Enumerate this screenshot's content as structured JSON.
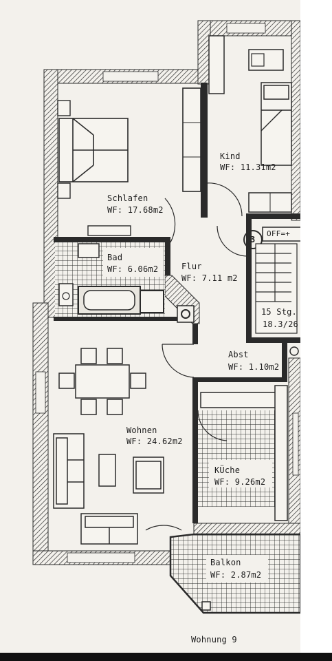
{
  "rooms": [
    {
      "id": "kind",
      "name": "Kind",
      "area": "WF: 11.31m2"
    },
    {
      "id": "schlafen",
      "name": "Schlafen",
      "area": "WF: 17.68m2"
    },
    {
      "id": "bad",
      "name": "Bad",
      "area": "WF: 6.06m2"
    },
    {
      "id": "flur",
      "name": "Flur",
      "area": "WF: 7.11 m2"
    },
    {
      "id": "abst",
      "name": "Abst",
      "area": "WF: 1.10m2"
    },
    {
      "id": "wohnen",
      "name": "Wohnen",
      "area": "WF: 24.62m2"
    },
    {
      "id": "kueche",
      "name": "KÜche",
      "area": "WF: 9.26m2"
    },
    {
      "id": "balkon",
      "name": "Balkon",
      "area": "WF: 2.87m2"
    }
  ],
  "stairs": {
    "steps": "15 Stg.",
    "ratio": "18.3/26"
  },
  "switch_label": "OFF=+",
  "marker": "3",
  "apartment": "Wohnung 9",
  "colors": {
    "wall": "#2a2a2a",
    "hatch": "#3a3a3a",
    "paper": "#f3f1ec"
  }
}
